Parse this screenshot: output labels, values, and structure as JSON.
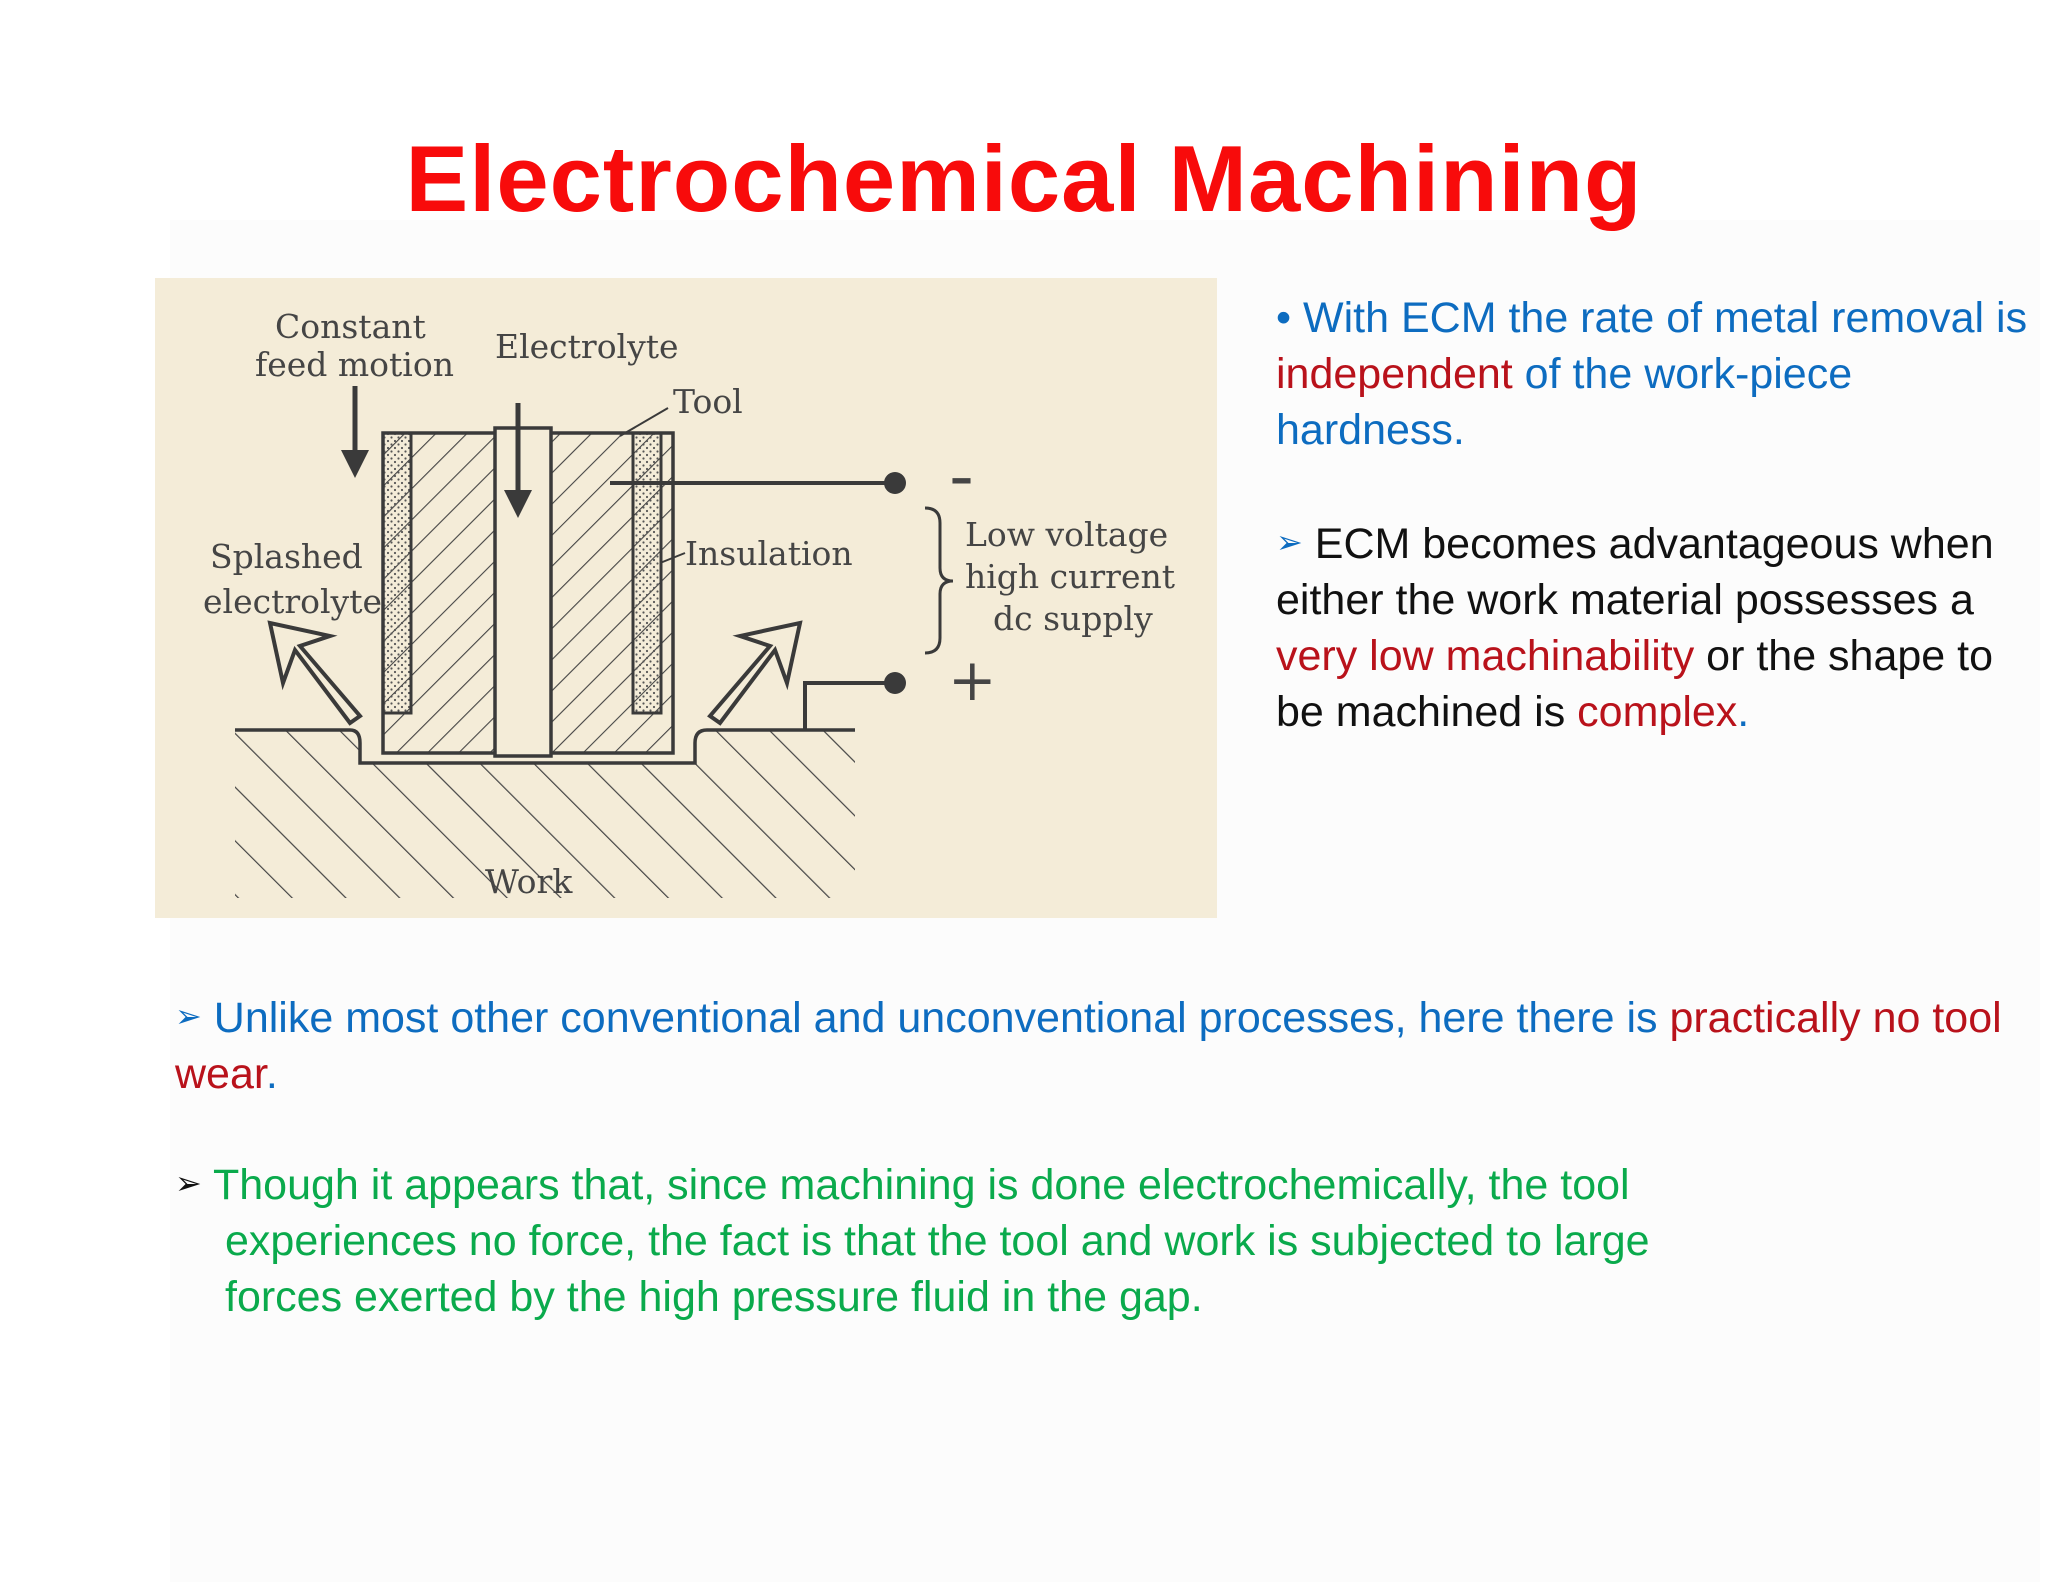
{
  "slide": {
    "title": "Electrochemical Machining"
  },
  "diagram": {
    "labels": {
      "constant": "Constant",
      "feed_motion": "feed motion",
      "electrolyte": "Electrolyte",
      "tool": "Tool",
      "minus": "–",
      "plus": "+",
      "low_voltage": "Low voltage",
      "high_current": "high current",
      "dc_supply": "dc  supply",
      "splashed": "Splashed",
      "electrolyte2": "electrolyte",
      "insulation": "Insulation",
      "work": "Work"
    }
  },
  "points": {
    "p1": {
      "bullet": "•",
      "text_a": "With ECM the rate of metal removal is ",
      "text_b": "independent",
      "text_c": " of the work-piece hardness."
    },
    "p2": {
      "bullet": "➢",
      "text_a": " ECM becomes advantageous when either the work material possesses a ",
      "text_b": "very low machinability",
      "text_c": " or the shape to be machined is ",
      "text_d": "complex",
      "text_e": "."
    },
    "p3": {
      "bullet": "➢",
      "text_a": " Unlike most other conventional and unconventional processes, here there is ",
      "text_b": "practically no tool wear",
      "text_c": "."
    },
    "p4": {
      "bullet": "➢",
      "line1": " Though it appears that, since machining is done electrochemically, the tool",
      "line2": "experiences no force, the fact is that the tool and work is subjected to large",
      "line3": "forces exerted by the high pressure fluid in the gap."
    }
  },
  "colors": {
    "title": "#f80b0b",
    "blue": "#0d6cc0",
    "red": "#b9121b",
    "green": "#0aaa4c",
    "diagram_bg": "#f4ecd8"
  }
}
